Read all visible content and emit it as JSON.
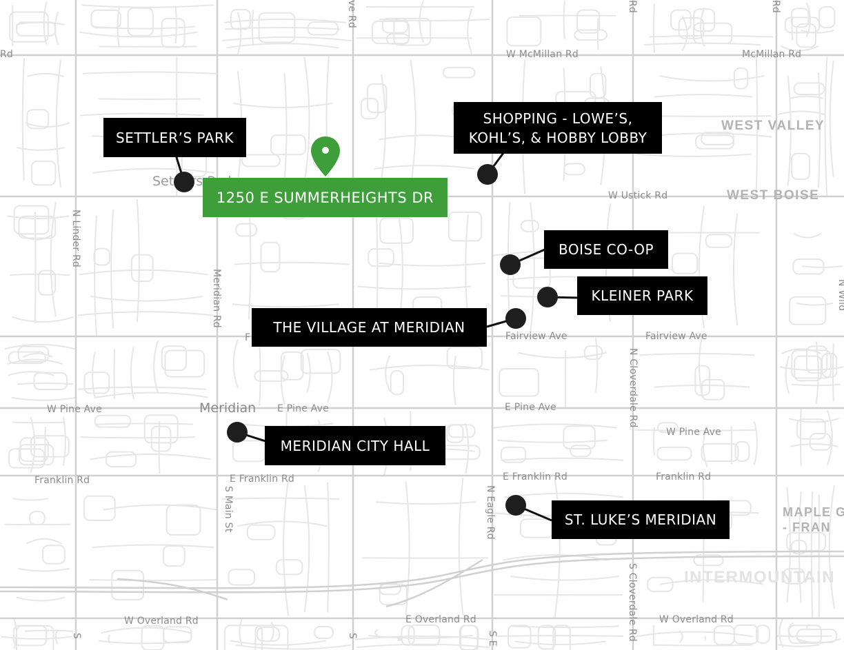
{
  "colors": {
    "background": "#ffffff",
    "minor_roads": "#e4e4e4",
    "major_roads": "#d2d2d2",
    "label_bg": "#000000",
    "label_text": "#ffffff",
    "marker_dot": "#1e1e1e",
    "address_accent": "#3d9e3a"
  },
  "address": {
    "label": "1250 E SUMMERHEIGHTS DR",
    "icon": "map-pin-icon"
  },
  "points_of_interest": [
    {
      "id": "settlers-park",
      "label": "SETTLER’S PARK"
    },
    {
      "id": "shopping",
      "label": "SHOPPING - LOWE’S,\nKOHL’S, & HOBBY LOBBY"
    },
    {
      "id": "boise-coop",
      "label": "BOISE CO-OP"
    },
    {
      "id": "kleiner-park",
      "label": "KLEINER PARK"
    },
    {
      "id": "village-meridian",
      "label": "THE VILLAGE AT MERIDIAN"
    },
    {
      "id": "meridian-city-hall",
      "label": "MERIDIAN CITY HALL"
    },
    {
      "id": "st-lukes",
      "label": "ST. LUKE’S MERIDIAN"
    }
  ],
  "road_labels": {
    "w_mcmillan": "W McMillan Rd",
    "mcmillan": "McMillan Rd",
    "w_ustick": "W Ustick Rd",
    "fairview_1": "Fairview Ave",
    "fairview_2": "Fairview Ave",
    "w_pine_1": "W Pine Ave",
    "e_pine_1": "E Pine Ave",
    "e_pine_2": "E Pine Ave",
    "w_pine_2": "W Pine Ave",
    "franklin_1": "Franklin Rd",
    "e_franklin_1": "E Franklin Rd",
    "e_franklin_2": "E Franklin Rd",
    "franklin_2": "Franklin Rd",
    "w_overland_1": "W Overland Rd",
    "e_overland": "E Overland Rd",
    "w_overland_2": "W Overland Rd",
    "n_linder": "N Linder Rd",
    "meridian_rd": "Meridian Rd",
    "n_cloverdale": "N Cloverdale Rd",
    "s_main": "S Main St",
    "n_eagle": "N Eagle Rd",
    "s_cloverdale": "S Cloverdale Rd",
    "top_rd_1": "ve Rd",
    "top_rd_2": "Rd",
    "top_rd_3": "Rd",
    "left_rd": "Rd",
    "fairview_partial": "F",
    "bottom_s1": "S",
    "bottom_s2": "S",
    "bottom_se": "S E",
    "right_n": "N Wild"
  },
  "area_labels": {
    "west_valley": "WEST VALLEY",
    "west_boise": "WEST BOISE",
    "maple_grove": "MAPLE G\n- FRAN",
    "intermountain": "INTERMOUNTAIN"
  },
  "city_labels": {
    "meridian": "Meridian",
    "settlers_partial": "Settlers Park"
  }
}
